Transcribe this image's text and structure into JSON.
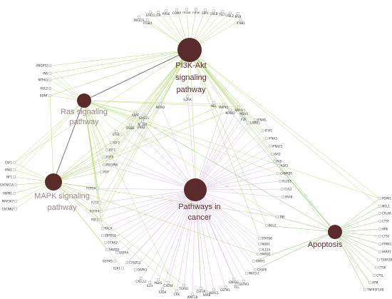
{
  "colors": {
    "hub_fill": "#5b2b2b",
    "gene_fill": "#ffffff",
    "gene_stroke": "#999999",
    "pi3k_edge": "#9ccc4a",
    "ras_edge": "#a8d45a",
    "mapk_edge": "#9ccc4a",
    "cancer_edge": "#cc88d8",
    "apoptosis_edge": "#66b855",
    "hub_link": "#666666",
    "label_dark": "#5b2b2b",
    "label_light": "#a08888"
  },
  "hubs": [
    {
      "id": "pi3k",
      "label_lines": [
        "PI3K-Akt",
        "signaling",
        "pathway"
      ],
      "label_tone": "dark"
    },
    {
      "id": "ras",
      "label_lines": [
        "Ras signaling",
        "pathway"
      ],
      "label_tone": "light"
    },
    {
      "id": "mapk",
      "label_lines": [
        "MAPK signaling",
        "pathway"
      ],
      "label_tone": "light"
    },
    {
      "id": "cancer",
      "label_lines": [
        "Pathways in",
        "cancer"
      ],
      "label_tone": "dark"
    },
    {
      "id": "apoptosis",
      "label_lines": [
        "Apoptosis"
      ],
      "label_tone": "dark"
    }
  ],
  "hub_links": [
    [
      "ras",
      "mapk"
    ],
    [
      "ras",
      "pi3k"
    ]
  ],
  "genes": [
    {
      "name": "PIK3CG",
      "hubs": [
        "pi3k"
      ]
    },
    {
      "name": "STK11",
      "hubs": [
        "pi3k"
      ]
    },
    {
      "name": "ITGB4",
      "hubs": [
        "pi3k"
      ]
    },
    {
      "name": "LTR",
      "hubs": [
        "pi3k"
      ]
    },
    {
      "name": "RPS6",
      "hubs": [
        "pi3k"
      ]
    },
    {
      "name": "COMP",
      "hubs": [
        "pi3k"
      ]
    },
    {
      "name": "rmcor",
      "hubs": [
        "pi3k"
      ]
    },
    {
      "name": "nmw",
      "hubs": [
        "pi3k"
      ]
    },
    {
      "name": "SPP1",
      "hubs": [
        "pi3k"
      ]
    },
    {
      "name": "CREB",
      "hubs": [
        "pi3k"
      ]
    },
    {
      "name": "TSC1",
      "hubs": [
        "pi3k"
      ]
    },
    {
      "name": "FBL2",
      "hubs": [
        "pi3k"
      ]
    },
    {
      "name": "MYB",
      "hubs": [
        "pi3k"
      ]
    },
    {
      "name": "IFNB1",
      "hubs": [
        "pi3k"
      ]
    },
    {
      "name": "ANGPT2",
      "hubs": [
        "pi3k",
        "ras"
      ]
    },
    {
      "name": "INS",
      "hubs": [
        "pi3k",
        "ras"
      ]
    },
    {
      "name": "NTRK3",
      "hubs": [
        "pi3k",
        "ras"
      ]
    },
    {
      "name": "RGL2",
      "hubs": [
        "ras"
      ]
    },
    {
      "name": "BDNF",
      "hubs": [
        "pi3k",
        "ras",
        "mapk"
      ]
    },
    {
      "name": "IL2RA",
      "hubs": [
        "pi3k",
        "cancer"
      ]
    },
    {
      "name": "MDM2",
      "hubs": [
        "pi3k",
        "cancer"
      ]
    },
    {
      "name": "ARAF",
      "hubs": [
        "pi3k",
        "ras",
        "mapk",
        "cancer"
      ]
    },
    {
      "name": "GNG11",
      "hubs": [
        "pi3k",
        "ras"
      ]
    },
    {
      "name": "NFKB1",
      "hubs": [
        "pi3k",
        "ras",
        "mapk",
        "cancer",
        "apoptosis"
      ]
    },
    {
      "name": "DDB2",
      "hubs": [
        "cancer"
      ]
    },
    {
      "name": "GNB2",
      "hubs": [
        "pi3k",
        "ras"
      ]
    },
    {
      "name": "NEL",
      "hubs": [
        "pi3k"
      ]
    },
    {
      "name": "MAPK1",
      "hubs": [
        "pi3k",
        "ras",
        "mapk",
        "cancer",
        "apoptosis"
      ]
    },
    {
      "name": "NFKB2",
      "hubs": [
        "pi3k",
        "cancer"
      ]
    },
    {
      "name": "MSH3",
      "hubs": [
        "cancer"
      ]
    },
    {
      "name": "F2R",
      "hubs": [
        "pi3k",
        "cancer"
      ]
    },
    {
      "name": "NRAS",
      "hubs": [
        "pi3k",
        "ras",
        "mapk",
        "cancer"
      ]
    },
    {
      "name": "IFNA8",
      "hubs": [
        "pi3k",
        "cancer"
      ]
    },
    {
      "name": "LAMB1",
      "hubs": [
        "pi3k",
        "cancer"
      ]
    },
    {
      "name": "IFIH1",
      "hubs": [
        "pi3k",
        "cancer"
      ]
    },
    {
      "name": "IFNA3",
      "hubs": [
        "pi3k",
        "cancer"
      ]
    },
    {
      "name": "IFNA21",
      "hubs": [
        "pi3k",
        "cancer"
      ]
    },
    {
      "name": "BAD",
      "hubs": [
        "pi3k",
        "cancer",
        "apoptosis"
      ]
    },
    {
      "name": "FAS",
      "hubs": [
        "cancer",
        "apoptosis"
      ]
    },
    {
      "name": "KLK3",
      "hubs": [
        "cancer"
      ]
    },
    {
      "name": "CAMK2A",
      "hubs": [
        "ras",
        "cancer"
      ]
    },
    {
      "name": "PLCB3",
      "hubs": [
        "cancer"
      ]
    },
    {
      "name": "CUL2",
      "hubs": [
        "cancer"
      ]
    },
    {
      "name": "PAX8",
      "hubs": [
        "cancer"
      ]
    },
    {
      "name": "ETS1",
      "hubs": [
        "ras",
        "cancer"
      ]
    },
    {
      "name": "IGF2",
      "hubs": [
        "pi3k",
        "ras",
        "mapk"
      ]
    },
    {
      "name": "IGF1",
      "hubs": [
        "pi3k",
        "ras",
        "mapk",
        "cancer"
      ]
    },
    {
      "name": "FGF9",
      "hubs": [
        "pi3k",
        "ras",
        "mapk",
        "cancer"
      ]
    },
    {
      "name": "PDGFRA",
      "hubs": [
        "pi3k",
        "ras",
        "mapk",
        "cancer"
      ]
    },
    {
      "name": "PGF",
      "hubs": [
        "pi3k",
        "ras",
        "mapk"
      ]
    },
    {
      "name": "FGF20",
      "hubs": [
        "pi3k",
        "ras",
        "mapk",
        "cancer"
      ]
    },
    {
      "name": "FLT3",
      "hubs": [
        "pi3k",
        "ras",
        "mapk",
        "cancer"
      ]
    },
    {
      "name": "FGFR4",
      "hubs": [
        "pi3k",
        "ras",
        "mapk",
        "cancer"
      ]
    },
    {
      "name": "FGF3",
      "hubs": [
        "pi3k",
        "ras",
        "mapk",
        "cancer"
      ]
    },
    {
      "name": "RALA",
      "hubs": [
        "ras",
        "cancer"
      ]
    },
    {
      "name": "ZBTB16",
      "hubs": [
        "cancer"
      ]
    },
    {
      "name": "CCNA2",
      "hubs": [
        "cancer"
      ]
    },
    {
      "name": "SMAD3",
      "hubs": [
        "mapk",
        "cancer"
      ]
    },
    {
      "name": "GSTA4",
      "hubs": [
        "cancer"
      ]
    },
    {
      "name": "GSTM5",
      "hubs": [
        "cancer"
      ]
    },
    {
      "name": "CYSLTL2",
      "hubs": [
        "cancer"
      ]
    },
    {
      "name": "ELK1",
      "hubs": [
        "mapk",
        "cancer"
      ]
    },
    {
      "name": "DAPK1",
      "hubs": [
        "cancer"
      ]
    },
    {
      "name": "CXCL12",
      "hubs": [
        "cancer"
      ]
    },
    {
      "name": "IL13",
      "hubs": [
        "cancer"
      ]
    },
    {
      "name": "MLH1",
      "hubs": [
        "cancer"
      ]
    },
    {
      "name": "CXCR4",
      "hubs": [
        "cancer"
      ]
    },
    {
      "name": "FZD4",
      "hubs": [
        "cancer"
      ]
    },
    {
      "name": "CRK",
      "hubs": [
        "ras",
        "mapk",
        "cancer"
      ]
    },
    {
      "name": "TGFB1",
      "hubs": [
        "mapk",
        "cancer"
      ]
    },
    {
      "name": "WNT2B",
      "hubs": [
        "cancer"
      ]
    },
    {
      "name": "CSF3R",
      "hubs": [
        "pi3k",
        "cancer"
      ]
    },
    {
      "name": "RARB",
      "hubs": [
        "cancer"
      ]
    },
    {
      "name": "HDAC1",
      "hubs": [
        "cancer"
      ]
    },
    {
      "name": "GSTM1",
      "hubs": [
        "cancer"
      ]
    },
    {
      "name": "TCL",
      "hubs": [
        "cancer"
      ]
    },
    {
      "name": "GNA13",
      "hubs": [
        "cancer"
      ]
    },
    {
      "name": "GSTM3",
      "hubs": [
        "cancer"
      ]
    },
    {
      "name": "NKX3-1",
      "hubs": [
        "cancer"
      ]
    },
    {
      "name": "CASP8",
      "hubs": [
        "cancer",
        "apoptosis"
      ]
    },
    {
      "name": "APAF1",
      "hubs": [
        "cancer",
        "apoptosis"
      ]
    },
    {
      "name": "SMAD2",
      "hubs": [
        "mapk",
        "cancer"
      ]
    },
    {
      "name": "IL12A",
      "hubs": [
        "cancer"
      ]
    },
    {
      "name": "NQO1",
      "hubs": [
        "cancer"
      ]
    },
    {
      "name": "STAT5B",
      "hubs": [
        "pi3k",
        "cancer"
      ]
    },
    {
      "name": "TNF",
      "hubs": [
        "ras",
        "mapk",
        "cancer",
        "apoptosis"
      ]
    },
    {
      "name": "BCL2",
      "hubs": [
        "pi3k",
        "cancer",
        "apoptosis"
      ]
    },
    {
      "name": "CSF1",
      "hubs": [
        "pi3k",
        "ras",
        "mapk"
      ]
    },
    {
      "name": "PAK1",
      "hubs": [
        "ras",
        "mapk"
      ]
    },
    {
      "name": "NF1",
      "hubs": [
        "ras",
        "mapk"
      ]
    },
    {
      "name": "CACNA1A",
      "hubs": [
        "mapk"
      ]
    },
    {
      "name": "HSPB1",
      "hubs": [
        "mapk"
      ]
    },
    {
      "name": "MAP3K7",
      "hubs": [
        "mapk"
      ]
    },
    {
      "name": "CACNB2",
      "hubs": [
        "mapk"
      ]
    },
    {
      "name": "PDPK1",
      "hubs": [
        "pi3k",
        "ras",
        "apoptosis"
      ]
    },
    {
      "name": "MCL1",
      "hubs": [
        "pi3k",
        "apoptosis"
      ]
    },
    {
      "name": "CFLAR",
      "hubs": [
        "apoptosis"
      ]
    },
    {
      "name": "CTSF",
      "hubs": [
        "apoptosis"
      ]
    },
    {
      "name": "HRK",
      "hubs": [
        "apoptosis"
      ]
    },
    {
      "name": "CTSV",
      "hubs": [
        "apoptosis"
      ]
    },
    {
      "name": "PTPN13",
      "hubs": [
        "apoptosis"
      ]
    },
    {
      "name": "PARP1",
      "hubs": [
        "apoptosis"
      ]
    },
    {
      "name": "TUBA1B",
      "hubs": [
        "apoptosis"
      ]
    },
    {
      "name": "CTSK",
      "hubs": [
        "apoptosis"
      ]
    },
    {
      "name": "CTSL",
      "hubs": [
        "apoptosis"
      ]
    },
    {
      "name": "ATM",
      "hubs": [
        "pi3k",
        "apoptosis"
      ]
    },
    {
      "name": "TNFRSF10B",
      "hubs": [
        "apoptosis"
      ]
    }
  ]
}
